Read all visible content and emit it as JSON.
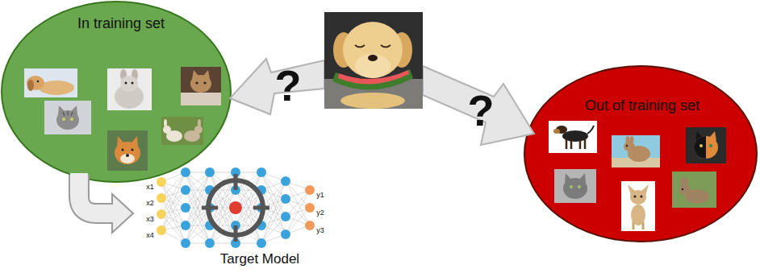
{
  "diagram": {
    "nodes": [
      {
        "text": [
          "In training set"
        ]
      },
      {
        "text": [
          "Out of training set"
        ]
      },
      {
        "text": [
          "Target Model"
        ]
      }
    ],
    "edges": [
      {
        "from": 0,
        "to": 2,
        "arrow": "to"
      }
    ],
    "labels": [
      "?",
      "?",
      "x1",
      "x2",
      "x3",
      "x4",
      "y1",
      "y2",
      "y3"
    ]
  }
}
